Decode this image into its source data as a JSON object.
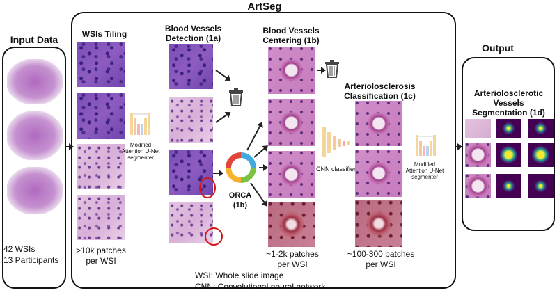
{
  "title": "ArtSeg",
  "input": {
    "title": "Input Data",
    "line1": "42 WSIs",
    "line2": "13 Participants"
  },
  "tiling": {
    "title": "WSIs Tiling",
    "count": ">10k patches",
    "per": "per WSI"
  },
  "segmenter1": {
    "label1": "Modified",
    "label2": "Attention U-Net",
    "label3": "segmenter"
  },
  "detection": {
    "title1": "Blood Vessels",
    "title2": "Detection (1a)"
  },
  "orca": {
    "label1": "ORCA",
    "label2": "(1b)"
  },
  "centering": {
    "title1": "Blood Vessels",
    "title2": "Centering (1b)",
    "count": "~1-2k patches",
    "per": "per WSI"
  },
  "classification": {
    "title1": "Arteriolosclerosis",
    "title2": "Classification (1c)",
    "classifier": "CNN classifier",
    "count": "~100-300 patches",
    "per": "per WSI"
  },
  "segmenter2": {
    "label1": "Modified",
    "label2": "Attention U-Net",
    "label3": "segmenter"
  },
  "output": {
    "title": "Output",
    "panel1": "Arteriolosclerotic",
    "panel2": "Vessels",
    "panel3": "Segmentation (1d)"
  },
  "legend": {
    "wsi": "WSI: Whole slide image",
    "cnn": "CNN: Convolutional neural network"
  },
  "colors": {
    "circle": "#d01818",
    "he_stain": "#8d5cc0"
  }
}
